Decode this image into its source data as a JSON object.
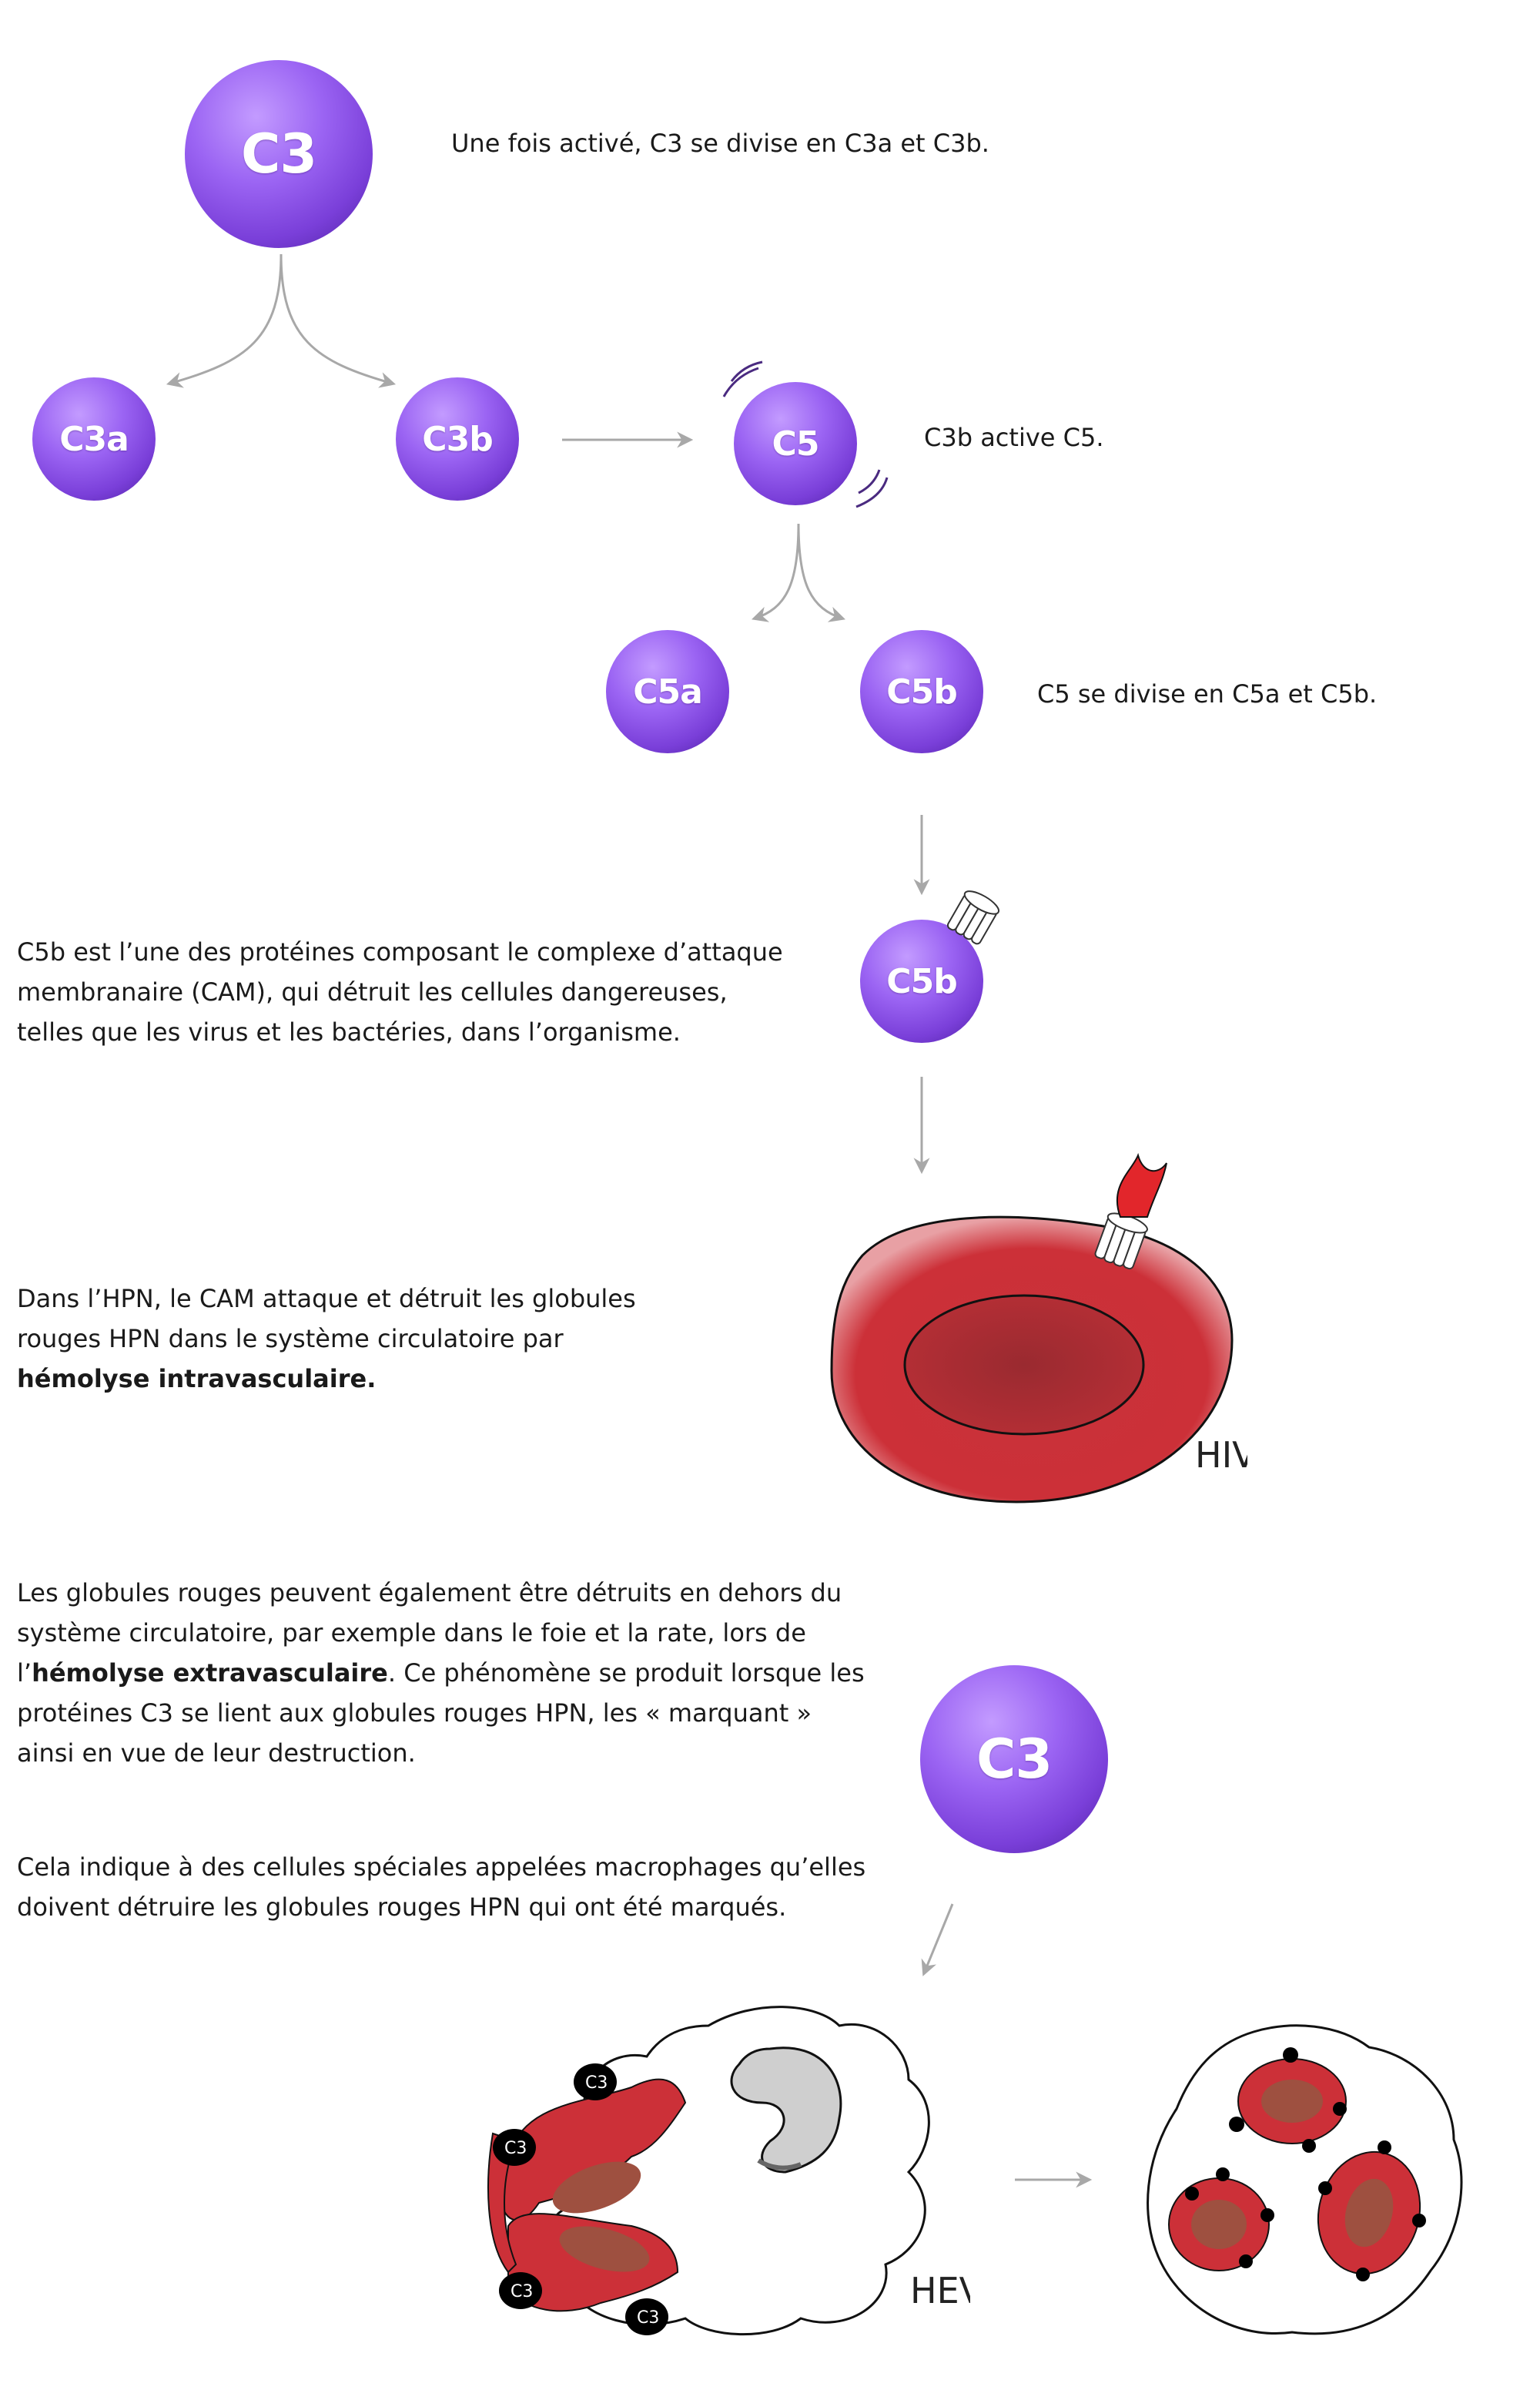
{
  "nodes": {
    "c3_top": "C3",
    "c3a": "C3a",
    "c3b": "C3b",
    "c5": "C5",
    "c5a": "C5a",
    "c5b": "C5b",
    "c5b_mac": "C5b",
    "c3_bottom": "C3"
  },
  "captions": {
    "c3_split": "Une fois activé, C3 se divise en C3a et C3b.",
    "c3b_activates": "C3b active C5.",
    "c5_split": "C5 se divise en C5a et C5b.",
    "mac_line1": "C5b est l’une des protéines composant le complexe d’attaque",
    "mac_line2": "membranaire (CAM), qui détruit les cellules dangereuses,",
    "mac_line3": "telles que les virus et les bactéries, dans l’organisme.",
    "ivh_line1": "Dans l’HPN, le CAM attaque et détruit les globules",
    "ivh_line2": "rouges HPN dans le système circulatoire par",
    "ivh_bold": "hémolyse intravasculaire.",
    "evh_line1": "Les globules rouges peuvent également être détruits en dehors du",
    "evh_line2": "système circulatoire, par exemple dans le foie et la rate, lors de",
    "evh_line3_pre": "l’",
    "evh_line3_bold": "hémolyse extravasculaire",
    "evh_line3_post": ". Ce phénomène se produit lorsque les",
    "evh_line4": "protéines C3 se lient aux globules rouges HPN, les « marquant »",
    "evh_line5": "ainsi en vue de leur destruction.",
    "macro_line1": "Cela indique à des cellules spéciales appelées macrophages qu’elles",
    "macro_line2": "doivent détruire les globules rouges HPN qui ont été marqués."
  },
  "labels": {
    "hiv": "HIV",
    "hev": "HEV",
    "c3_tag": "C3"
  },
  "colors": {
    "protein": "#9b64f3",
    "blood_cell": "#cc3038",
    "blood_cell_dark": "#9e2b30",
    "arrow": "#a8a8a8",
    "nucleus": "#cfcfcf"
  }
}
